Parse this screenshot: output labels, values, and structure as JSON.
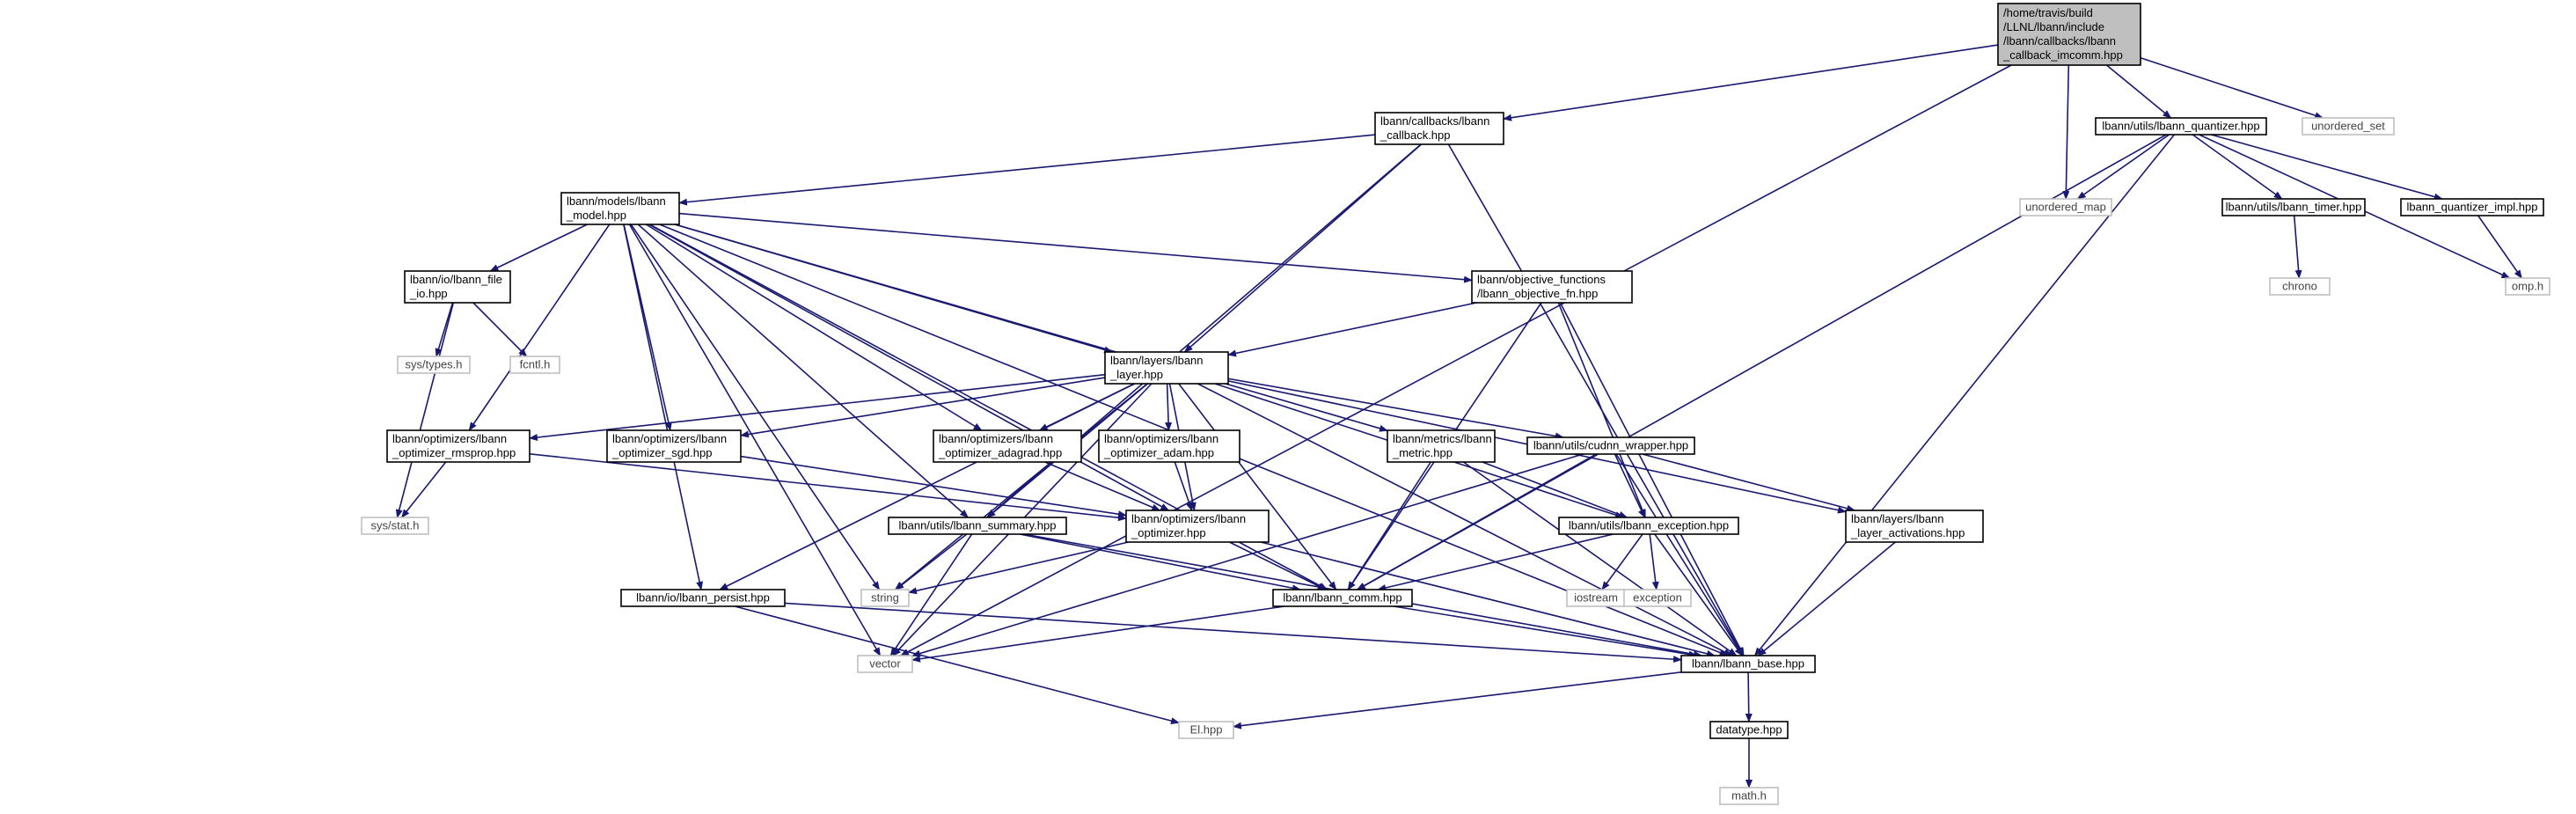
{
  "graph": {
    "colors": {
      "root_fill": "#bfbfbf",
      "node_fill": "#ffffff",
      "node_stroke": "#000000",
      "external_stroke": "#bfbfbf",
      "text": "#000000",
      "external_text": "#444444",
      "edge": "#191970"
    },
    "nodes": [
      {
        "id": "root",
        "type": "root",
        "lines": [
          "/home/travis/build",
          "/LLNL/lbann/include",
          "/lbann/callbacks/lbann",
          "_callback_imcomm.hpp"
        ]
      },
      {
        "id": "callback",
        "type": "header",
        "lines": [
          "lbann/callbacks/lbann",
          "_callback.hpp"
        ]
      },
      {
        "id": "quantizer",
        "type": "header",
        "lines": [
          "lbann/utils/lbann_quantizer.hpp"
        ]
      },
      {
        "id": "unordered_set",
        "type": "external",
        "lines": [
          "unordered_set"
        ]
      },
      {
        "id": "model",
        "type": "header",
        "lines": [
          "lbann/models/lbann",
          "_model.hpp"
        ]
      },
      {
        "id": "unordered_map",
        "type": "external",
        "lines": [
          "unordered_map"
        ]
      },
      {
        "id": "timer",
        "type": "header",
        "lines": [
          "lbann/utils/lbann_timer.hpp"
        ]
      },
      {
        "id": "quantizer_impl",
        "type": "header",
        "lines": [
          "lbann_quantizer_impl.hpp"
        ]
      },
      {
        "id": "omp",
        "type": "external",
        "lines": [
          "omp.h"
        ]
      },
      {
        "id": "chrono",
        "type": "external",
        "lines": [
          "chrono"
        ]
      },
      {
        "id": "file_io",
        "type": "header",
        "lines": [
          "lbann/io/lbann_file",
          "_io.hpp"
        ]
      },
      {
        "id": "objective_fn",
        "type": "header",
        "lines": [
          "lbann/objective_functions",
          "/lbann_objective_fn.hpp"
        ]
      },
      {
        "id": "sys_types",
        "type": "external",
        "lines": [
          "sys/types.h"
        ]
      },
      {
        "id": "fcntl",
        "type": "external",
        "lines": [
          "fcntl.h"
        ]
      },
      {
        "id": "layer",
        "type": "header",
        "lines": [
          "lbann/layers/lbann",
          "_layer.hpp"
        ]
      },
      {
        "id": "rmsprop",
        "type": "header",
        "lines": [
          "lbann/optimizers/lbann",
          "_optimizer_rmsprop.hpp"
        ]
      },
      {
        "id": "sgd",
        "type": "header",
        "lines": [
          "lbann/optimizers/lbann",
          "_optimizer_sgd.hpp"
        ]
      },
      {
        "id": "adagrad",
        "type": "header",
        "lines": [
          "lbann/optimizers/lbann",
          "_optimizer_adagrad.hpp"
        ]
      },
      {
        "id": "adam",
        "type": "header",
        "lines": [
          "lbann/optimizers/lbann",
          "_optimizer_adam.hpp"
        ]
      },
      {
        "id": "metric",
        "type": "header",
        "lines": [
          "lbann/metrics/lbann",
          "_metric.hpp"
        ]
      },
      {
        "id": "cudnn",
        "type": "header",
        "lines": [
          "lbann/utils/cudnn_wrapper.hpp"
        ]
      },
      {
        "id": "activations",
        "type": "header",
        "lines": [
          "lbann/layers/lbann",
          "_layer_activations.hpp"
        ]
      },
      {
        "id": "sys_stat",
        "type": "external",
        "lines": [
          "sys/stat.h"
        ]
      },
      {
        "id": "summary",
        "type": "header",
        "lines": [
          "lbann/utils/lbann_summary.hpp"
        ]
      },
      {
        "id": "optimizer",
        "type": "header",
        "lines": [
          "lbann/optimizers/lbann",
          "_optimizer.hpp"
        ]
      },
      {
        "id": "exception",
        "type": "header",
        "lines": [
          "lbann/utils/lbann_exception.hpp"
        ]
      },
      {
        "id": "persist",
        "type": "header",
        "lines": [
          "lbann/io/lbann_persist.hpp"
        ]
      },
      {
        "id": "string",
        "type": "external",
        "lines": [
          "string"
        ]
      },
      {
        "id": "comm",
        "type": "header",
        "lines": [
          "lbann/lbann_comm.hpp"
        ]
      },
      {
        "id": "iostream",
        "type": "external",
        "lines": [
          "iostream"
        ]
      },
      {
        "id": "exception_std",
        "type": "external",
        "lines": [
          "exception"
        ]
      },
      {
        "id": "vector",
        "type": "external",
        "lines": [
          "vector"
        ]
      },
      {
        "id": "base",
        "type": "header",
        "lines": [
          "lbann/lbann_base.hpp"
        ]
      },
      {
        "id": "el",
        "type": "external",
        "lines": [
          "El.hpp"
        ]
      },
      {
        "id": "datatype",
        "type": "header",
        "lines": [
          "datatype.hpp"
        ]
      },
      {
        "id": "math",
        "type": "external",
        "lines": [
          "math.h"
        ]
      }
    ],
    "edges": [
      [
        "root",
        "vector"
      ],
      [
        "root",
        "callback"
      ],
      [
        "root",
        "unordered_map"
      ],
      [
        "root",
        "quantizer"
      ],
      [
        "root",
        "unordered_set"
      ],
      [
        "quantizer",
        "unordered_map"
      ],
      [
        "quantizer",
        "timer"
      ],
      [
        "quantizer",
        "quantizer_impl"
      ],
      [
        "quantizer",
        "omp"
      ],
      [
        "quantizer",
        "comm"
      ],
      [
        "quantizer",
        "base"
      ],
      [
        "timer",
        "chrono"
      ],
      [
        "quantizer_impl",
        "omp"
      ],
      [
        "callback",
        "model"
      ],
      [
        "callback",
        "layer"
      ],
      [
        "callback",
        "summary"
      ],
      [
        "callback",
        "base"
      ],
      [
        "model",
        "file_io"
      ],
      [
        "model",
        "objective_fn"
      ],
      [
        "model",
        "layer"
      ],
      [
        "model",
        "rmsprop"
      ],
      [
        "model",
        "sgd"
      ],
      [
        "model",
        "adagrad"
      ],
      [
        "model",
        "metric"
      ],
      [
        "model",
        "summary"
      ],
      [
        "model",
        "optimizer"
      ],
      [
        "model",
        "string"
      ],
      [
        "model",
        "vector"
      ],
      [
        "model",
        "persist"
      ],
      [
        "model",
        "base"
      ],
      [
        "model",
        "comm"
      ],
      [
        "file_io",
        "sys_types"
      ],
      [
        "file_io",
        "fcntl"
      ],
      [
        "file_io",
        "sys_stat"
      ],
      [
        "objective_fn",
        "layer"
      ],
      [
        "objective_fn",
        "comm"
      ],
      [
        "objective_fn",
        "exception"
      ],
      [
        "objective_fn",
        "base"
      ],
      [
        "layer",
        "rmsprop"
      ],
      [
        "layer",
        "sgd"
      ],
      [
        "layer",
        "adagrad"
      ],
      [
        "layer",
        "adam"
      ],
      [
        "layer",
        "cudnn"
      ],
      [
        "layer",
        "activations"
      ],
      [
        "layer",
        "summary"
      ],
      [
        "layer",
        "optimizer"
      ],
      [
        "layer",
        "exception"
      ],
      [
        "layer",
        "persist"
      ],
      [
        "layer",
        "string"
      ],
      [
        "layer",
        "comm"
      ],
      [
        "layer",
        "vector"
      ],
      [
        "layer",
        "base"
      ],
      [
        "rmsprop",
        "sys_stat"
      ],
      [
        "rmsprop",
        "optimizer"
      ],
      [
        "sgd",
        "optimizer"
      ],
      [
        "adagrad",
        "optimizer"
      ],
      [
        "adam",
        "optimizer"
      ],
      [
        "metric",
        "comm"
      ],
      [
        "metric",
        "exception"
      ],
      [
        "metric",
        "base"
      ],
      [
        "cudnn",
        "exception"
      ],
      [
        "cudnn",
        "activations"
      ],
      [
        "cudnn",
        "comm"
      ],
      [
        "cudnn",
        "vector"
      ],
      [
        "cudnn",
        "base"
      ],
      [
        "activations",
        "base"
      ],
      [
        "summary",
        "string"
      ],
      [
        "summary",
        "vector"
      ],
      [
        "summary",
        "comm"
      ],
      [
        "summary",
        "base"
      ],
      [
        "optimizer",
        "string"
      ],
      [
        "optimizer",
        "comm"
      ],
      [
        "optimizer",
        "base"
      ],
      [
        "exception",
        "comm"
      ],
      [
        "exception",
        "iostream"
      ],
      [
        "exception",
        "exception_std"
      ],
      [
        "exception",
        "base"
      ],
      [
        "persist",
        "base"
      ],
      [
        "persist",
        "el"
      ],
      [
        "comm",
        "vector"
      ],
      [
        "comm",
        "base"
      ],
      [
        "base",
        "el"
      ],
      [
        "base",
        "datatype"
      ],
      [
        "datatype",
        "math"
      ]
    ]
  }
}
